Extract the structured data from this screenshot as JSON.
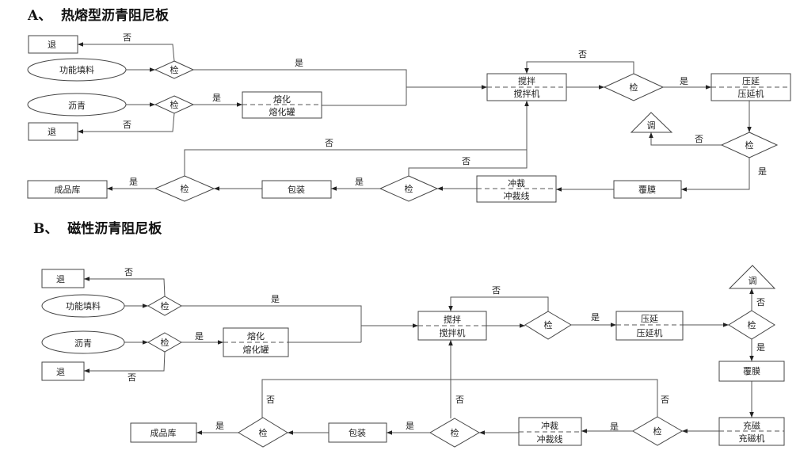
{
  "sections": [
    {
      "id": "A",
      "title": "A、  热熔型沥青阻尼板",
      "nodes": {
        "reject_top": "退",
        "filler": "功能填料",
        "check_filler": "检",
        "asphalt": "沥青",
        "check_asphalt": "检",
        "reject_bottom": "退",
        "melt_process": "熔化",
        "melt_equipment": "熔化罐",
        "mix_process": "搅拌",
        "mix_equipment": "搅拌机",
        "check_mix": "检",
        "calender_process": "压延",
        "calender_equipment": "压延机",
        "adjust": "调",
        "check_calender": "检",
        "laminate": "覆膜",
        "punch_process": "冲裁",
        "punch_equipment": "冲裁线",
        "check_punch": "检",
        "package": "包装",
        "check_package": "检",
        "warehouse": "成品库"
      },
      "edge_labels": {
        "filler_no": "否",
        "filler_yes": "是",
        "asphalt_yes": "是",
        "asphalt_no": "否",
        "mix_no": "否",
        "mix_yes": "是",
        "calender_no": "否",
        "calender_yes": "是",
        "punch_no": "否",
        "punch_yes": "是",
        "package_no": "否",
        "package_yes": "是"
      }
    },
    {
      "id": "B",
      "title": "B、  磁性沥青阻尼板",
      "nodes": {
        "reject_top": "退",
        "filler": "功能填料",
        "check_filler": "检",
        "asphalt": "沥青",
        "check_asphalt": "检",
        "reject_bottom": "退",
        "melt_process": "熔化",
        "melt_equipment": "熔化罐",
        "mix_process": "搅拌",
        "mix_equipment": "搅拌机",
        "check_mix": "检",
        "calender_process": "压延",
        "calender_equipment": "压延机",
        "check_calender": "检",
        "adjust": "调",
        "laminate": "覆膜",
        "magnetize_process": "充磁",
        "magnetize_equipment": "充磁机",
        "check_magnetize": "检",
        "punch_process": "冲裁",
        "punch_equipment": "冲裁线",
        "check_punch": "检",
        "package": "包装",
        "check_package": "检",
        "warehouse": "成品库"
      },
      "edge_labels": {
        "filler_no": "否",
        "filler_yes": "是",
        "asphalt_yes": "是",
        "asphalt_no": "否",
        "mix_no": "否",
        "mix_yes": "是",
        "calender_no": "否",
        "calender_yes": "是",
        "magnetize_no": "否",
        "magnetize_yes": "是",
        "punch_no": "否",
        "punch_yes": "是",
        "package_no": "否",
        "package_yes": "是"
      }
    }
  ]
}
